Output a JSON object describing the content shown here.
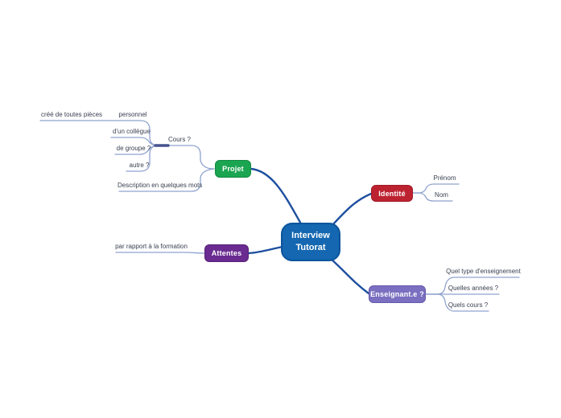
{
  "colors": {
    "background": "#ffffff",
    "main_edge": "#1d4f9f",
    "sub_edge": "#8fa2cf",
    "stub": "#46538e",
    "leaf_text": "#3a4051"
  },
  "root": {
    "line1": "Interview",
    "line2": "Tutorat",
    "fill": "#1467b0",
    "border": "#0c549c"
  },
  "branches": {
    "projet": {
      "label": "Projet",
      "fill": "#1ba551",
      "border": "#128a42"
    },
    "identite": {
      "label": "Identité",
      "fill": "#bd2230",
      "border": "#a01b27"
    },
    "attentes": {
      "label": "Attentes",
      "fill": "#6a2c90",
      "border": "#571f78"
    },
    "enseignant": {
      "label": "Enseignant.e ?",
      "fill": "#7a6fc0",
      "border": "#6659ad"
    }
  },
  "leaves": {
    "cours": {
      "label": "Cours ?"
    },
    "personnel": {
      "label": "personnel"
    },
    "cree": {
      "label": "créé de toutes pièces"
    },
    "collegue": {
      "label": "d'un collègue"
    },
    "groupe": {
      "label": "de groupe ?"
    },
    "autre": {
      "label": "autre ?"
    },
    "description": {
      "label": "Description en quelques mots"
    },
    "prenom": {
      "label": "Prénom"
    },
    "nom": {
      "label": "Nom"
    },
    "attente_formation": {
      "label": "par rapport à la formation"
    },
    "type_enseignement": {
      "label": "Quel type d'enseignement"
    },
    "annees": {
      "label": "Quelles années ?"
    },
    "quels_cours": {
      "label": "Quels cours ?"
    }
  }
}
